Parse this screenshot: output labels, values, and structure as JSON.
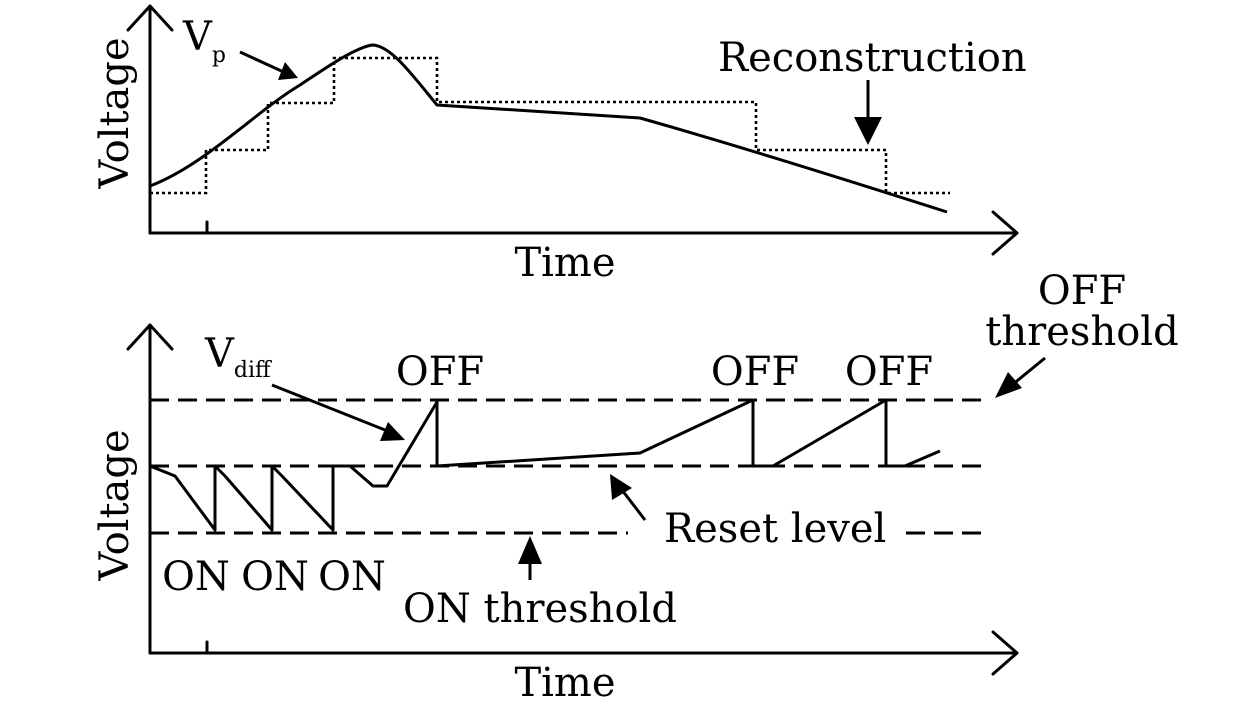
{
  "top": {
    "signal_label": "V",
    "signal_subscript": "p",
    "ylabel": "Voltage",
    "xlabel": "Time",
    "reconstruction_label": "Reconstruction"
  },
  "bottom": {
    "signal_label": "V",
    "signal_subscript": "diff",
    "ylabel": "Voltage",
    "xlabel": "Time",
    "off_events": [
      "OFF",
      "OFF",
      "OFF"
    ],
    "on_events": [
      "ON",
      "ON",
      "ON"
    ],
    "off_threshold_line1": "OFF",
    "off_threshold_line2": "threshold",
    "reset_level_label": "Reset level",
    "on_threshold_label": "ON threshold"
  }
}
